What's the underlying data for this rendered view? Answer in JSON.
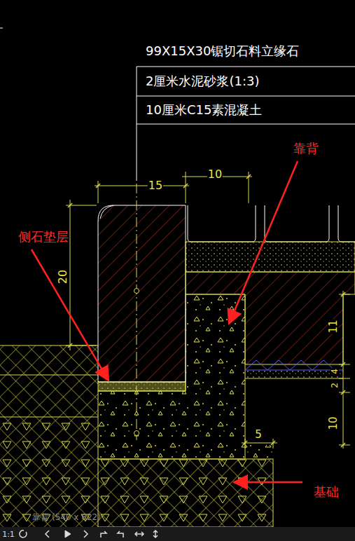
{
  "diagram": {
    "nodes": [
      {
        "text": [
          "99X15X30锯切石料立缘石"
        ]
      },
      {
        "text": [
          "2厘米水泥砂浆(1:3)"
        ]
      },
      {
        "text": [
          "10厘米C15素混凝土"
        ]
      }
    ],
    "labels": [
      "15",
      "10",
      "20",
      "11",
      "2",
      "4",
      "10",
      "5",
      "靠背",
      "侧石垫层",
      "基础",
      "靠背 (540 x 822)",
      "1:1"
    ]
  }
}
